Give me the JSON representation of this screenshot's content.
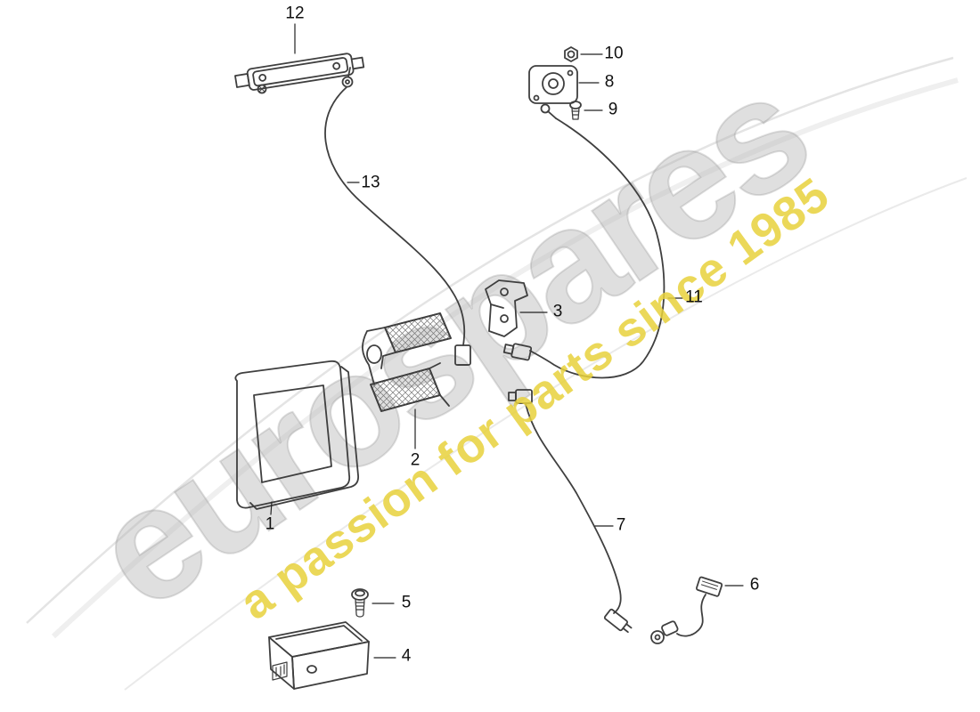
{
  "watermark": {
    "brand": "eurospares",
    "tagline": "a passion for parts since 1985"
  },
  "colors": {
    "brand_watermark": "#b2b2b2",
    "tagline_watermark": "#e8d13c",
    "line": "#3f3f3f",
    "background": "#ffffff"
  },
  "callouts": {
    "p1": "1",
    "p2": "2",
    "p3": "3",
    "p4": "4",
    "p5": "5",
    "p6": "6",
    "p7": "7",
    "p8": "8",
    "p9": "9",
    "p10": "10",
    "p11": "11",
    "p12": "12",
    "p13": "13"
  }
}
